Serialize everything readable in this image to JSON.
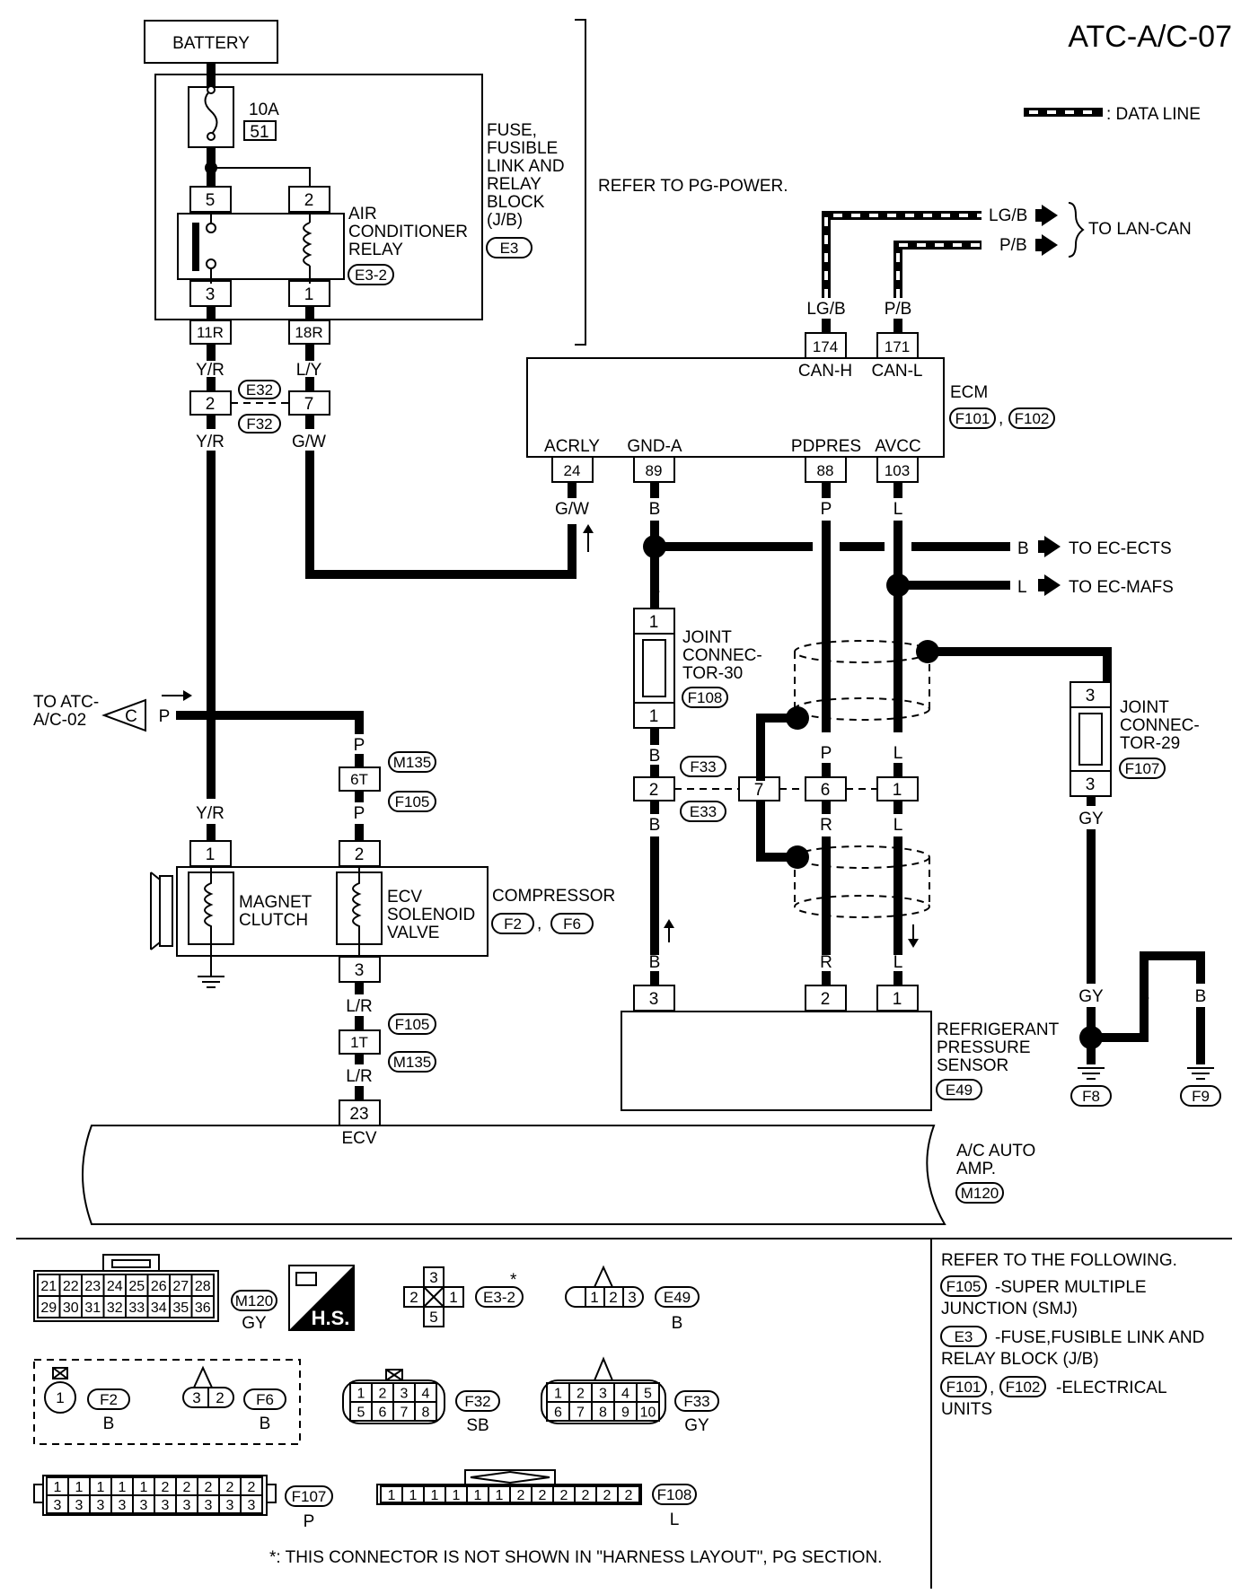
{
  "page_title": "ATC-A/C-07",
  "legend": {
    "data_line": ": DATA LINE"
  },
  "power": {
    "battery": "BATTERY",
    "fuse_amp": "10A",
    "fuse_no": "51",
    "fuse_block": [
      "FUSE,",
      "FUSIBLE",
      "LINK AND",
      "RELAY",
      "BLOCK",
      "(J/B)"
    ],
    "fuse_block_conn": "E3",
    "relay_name": [
      "AIR",
      "CONDITIONER",
      "RELAY"
    ],
    "relay_conn": "E3-2",
    "relay_pins": [
      "5",
      "2",
      "3",
      "1"
    ],
    "jb_pins": [
      "11R",
      "18R"
    ],
    "refer_power": "REFER TO PG-POWER."
  },
  "wires": {
    "yr": "Y/R",
    "ly": "L/Y",
    "gw": "G/W",
    "lgb": "LG/B",
    "pb": "P/B",
    "b": "B",
    "p": "P",
    "l": "L",
    "r": "R",
    "lr": "L/R",
    "gy": "GY"
  },
  "connectors": {
    "e32": "E32",
    "f32": "F32",
    "e32_pins": [
      "2",
      "7"
    ],
    "f33": "F33",
    "e33": "E33",
    "f33_pins": [
      "2",
      "7",
      "6",
      "1"
    ],
    "m135": "M135",
    "f105": "F105",
    "pin_6t": "6T",
    "pin_1t": "1T"
  },
  "ecm": {
    "name": "ECM",
    "conns": [
      "F101",
      "F102"
    ],
    "top_pins": [
      {
        "pin": "174",
        "name": "CAN-H"
      },
      {
        "pin": "171",
        "name": "CAN-L"
      }
    ],
    "bottom_pins": [
      {
        "pin": "24",
        "name": "ACRLY"
      },
      {
        "pin": "89",
        "name": "GND-A"
      },
      {
        "pin": "88",
        "name": "PDPRES"
      },
      {
        "pin": "103",
        "name": "AVCC"
      }
    ],
    "to_lan_can": "TO LAN-CAN",
    "to_ec_ects": "TO EC-ECTS",
    "to_ec_mafs": "TO EC-MAFS"
  },
  "joint30": {
    "name": [
      "JOINT",
      "CONNEC-",
      "TOR-30"
    ],
    "conn": "F108",
    "pins": [
      "1",
      "1"
    ]
  },
  "joint29": {
    "name": [
      "JOINT",
      "CONNEC-",
      "TOR-29"
    ],
    "conn": "F107",
    "pins": [
      "3",
      "3"
    ]
  },
  "to_atc": {
    "text": [
      "TO ATC-",
      "A/C-02"
    ],
    "letter": "C"
  },
  "compressor": {
    "name": "COMPRESSOR",
    "conns": [
      "F2",
      "F6"
    ],
    "magnet_clutch": [
      "MAGNET",
      "CLUTCH"
    ],
    "ecv": [
      "ECV",
      "SOLENOID",
      "VALVE"
    ],
    "pins": [
      "1",
      "2",
      "3"
    ]
  },
  "sensor": {
    "name": [
      "REFRIGERANT",
      "PRESSURE",
      "SENSOR"
    ],
    "conn": "E49",
    "pins": [
      "3",
      "2",
      "1"
    ]
  },
  "grounds": [
    "F8",
    "F9"
  ],
  "amp": {
    "name": [
      "A/C AUTO",
      "AMP."
    ],
    "conn": "M120",
    "pin": "23",
    "pin_name": "ECV"
  },
  "refer_box": {
    "heading": "REFER TO THE FOLLOWING.",
    "items": [
      {
        "conns": [
          "F105"
        ],
        "text": [
          "-SUPER MULTIPLE",
          "JUNCTION (SMJ)"
        ]
      },
      {
        "conns": [
          "E3"
        ],
        "text": [
          "-FUSE,FUSIBLE LINK AND",
          "RELAY BLOCK (J/B)"
        ]
      },
      {
        "conns": [
          "F101",
          "F102"
        ],
        "text": [
          "-ELECTRICAL",
          "UNITS"
        ]
      }
    ]
  },
  "connector_views": {
    "m120": {
      "id": "M120",
      "color": "GY",
      "row1": [
        "21",
        "22",
        "23",
        "24",
        "25",
        "26",
        "27",
        "28"
      ],
      "row2": [
        "29",
        "30",
        "31",
        "32",
        "33",
        "34",
        "35",
        "36"
      ]
    },
    "hs": "H.S.",
    "e32": {
      "id": "E3-2",
      "pins": [
        "3",
        "2",
        "1",
        "5"
      ],
      "star": "*"
    },
    "e49": {
      "id": "E49",
      "color": "B",
      "pins": [
        "1",
        "2",
        "3"
      ]
    },
    "f2": {
      "id": "F2",
      "color": "B",
      "pins": [
        "1"
      ]
    },
    "f6": {
      "id": "F6",
      "color": "B",
      "pins": [
        "3",
        "2"
      ]
    },
    "f32": {
      "id": "F32",
      "color": "SB",
      "row1": [
        "1",
        "2",
        "3",
        "4"
      ],
      "row2": [
        "5",
        "6",
        "7",
        "8"
      ]
    },
    "f33": {
      "id": "F33",
      "color": "GY",
      "row1": [
        "1",
        "2",
        "3",
        "4",
        "5"
      ],
      "row2": [
        "6",
        "7",
        "8",
        "9",
        "10"
      ]
    },
    "f107": {
      "id": "F107",
      "color": "P",
      "row1": [
        "1",
        "1",
        "1",
        "1",
        "1",
        "2",
        "2",
        "2",
        "2",
        "2"
      ],
      "row2": [
        "3",
        "3",
        "3",
        "3",
        "3",
        "3",
        "3",
        "3",
        "3",
        "3"
      ]
    },
    "f108": {
      "id": "F108",
      "color": "L",
      "row1": [
        "1",
        "1",
        "1",
        "1",
        "1",
        "1",
        "2",
        "2",
        "2",
        "2",
        "2",
        "2"
      ]
    }
  },
  "footnote": "*: THIS CONNECTOR IS NOT SHOWN IN \"HARNESS LAYOUT\", PG SECTION."
}
